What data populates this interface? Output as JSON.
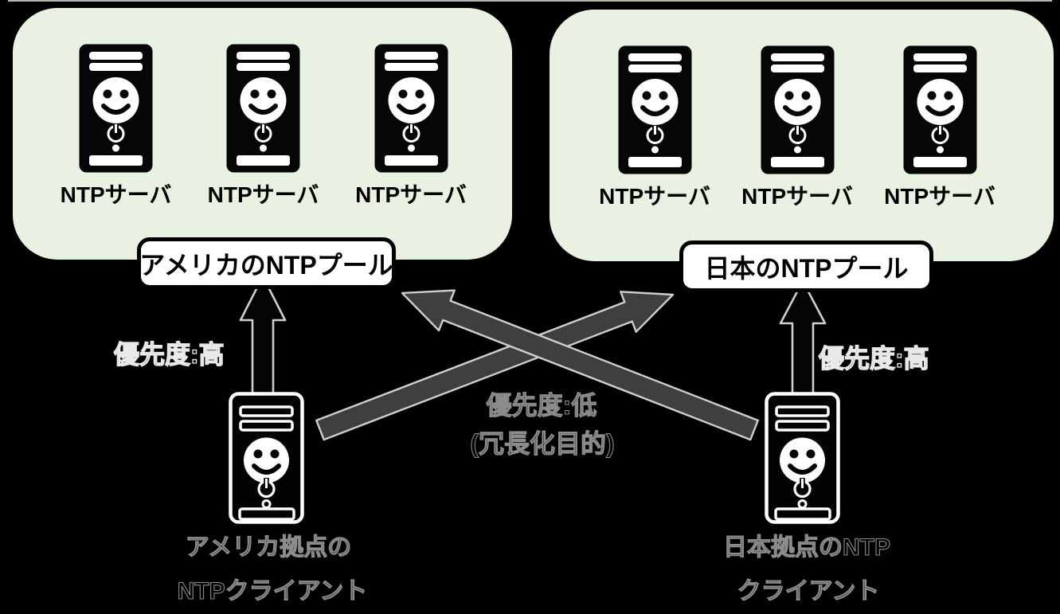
{
  "colors": {
    "background": "#000000",
    "pool_fill": "#e9f1e2",
    "pool_label_fill": "#ffffff",
    "pool_label_border": "#000000",
    "high_priority_arrow_fill": "#050505",
    "low_priority_arrow_fill": "#3f3f3f",
    "arrow_outline": "#cfcfcf",
    "text": "#000000",
    "text_outline_bright": "#e9e9e9",
    "text_outline_dim": "#8c8c8c"
  },
  "icons": {
    "server": "server-tower-icon",
    "client": "client-tower-icon",
    "up_arrow": "priority-high-arrow",
    "cross_arrow": "priority-low-arrow"
  },
  "pools": [
    {
      "name": "america",
      "label": "アメリカのNTPプール",
      "servers": [
        {
          "label": "NTPサーバ"
        },
        {
          "label": "NTPサーバ"
        },
        {
          "label": "NTPサーバ"
        }
      ]
    },
    {
      "name": "japan",
      "label": "日本のNTPプール",
      "servers": [
        {
          "label": "NTPサーバ"
        },
        {
          "label": "NTPサーバ"
        },
        {
          "label": "NTPサーバ"
        }
      ]
    }
  ],
  "clients": [
    {
      "name": "america",
      "line1": "アメリカ拠点の",
      "line2": "NTPクライアント"
    },
    {
      "name": "japan",
      "line1": "日本拠点のNTP",
      "line2": "クライアント"
    }
  ],
  "arrows": {
    "left_high_label": "優先度:高",
    "right_high_label": "優先度:高",
    "low_label_line1": "優先度:低",
    "low_label_line2": "(冗長化目的)"
  }
}
